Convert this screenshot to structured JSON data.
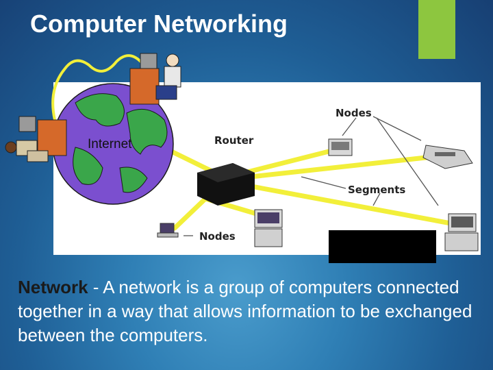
{
  "slide": {
    "title": "Computer Networking",
    "accent_color": "#8dc63f"
  },
  "diagram": {
    "internet_label": "Internet",
    "router_label": "Router",
    "nodes_top_label": "Nodes",
    "segments_label": "Segments",
    "nodes_bottom_label": "Nodes"
  },
  "definition": {
    "term": "Network",
    "separator": " - ",
    "text": "A network is a group of computers connected together in a way that allows information to be exchanged between the computers."
  }
}
